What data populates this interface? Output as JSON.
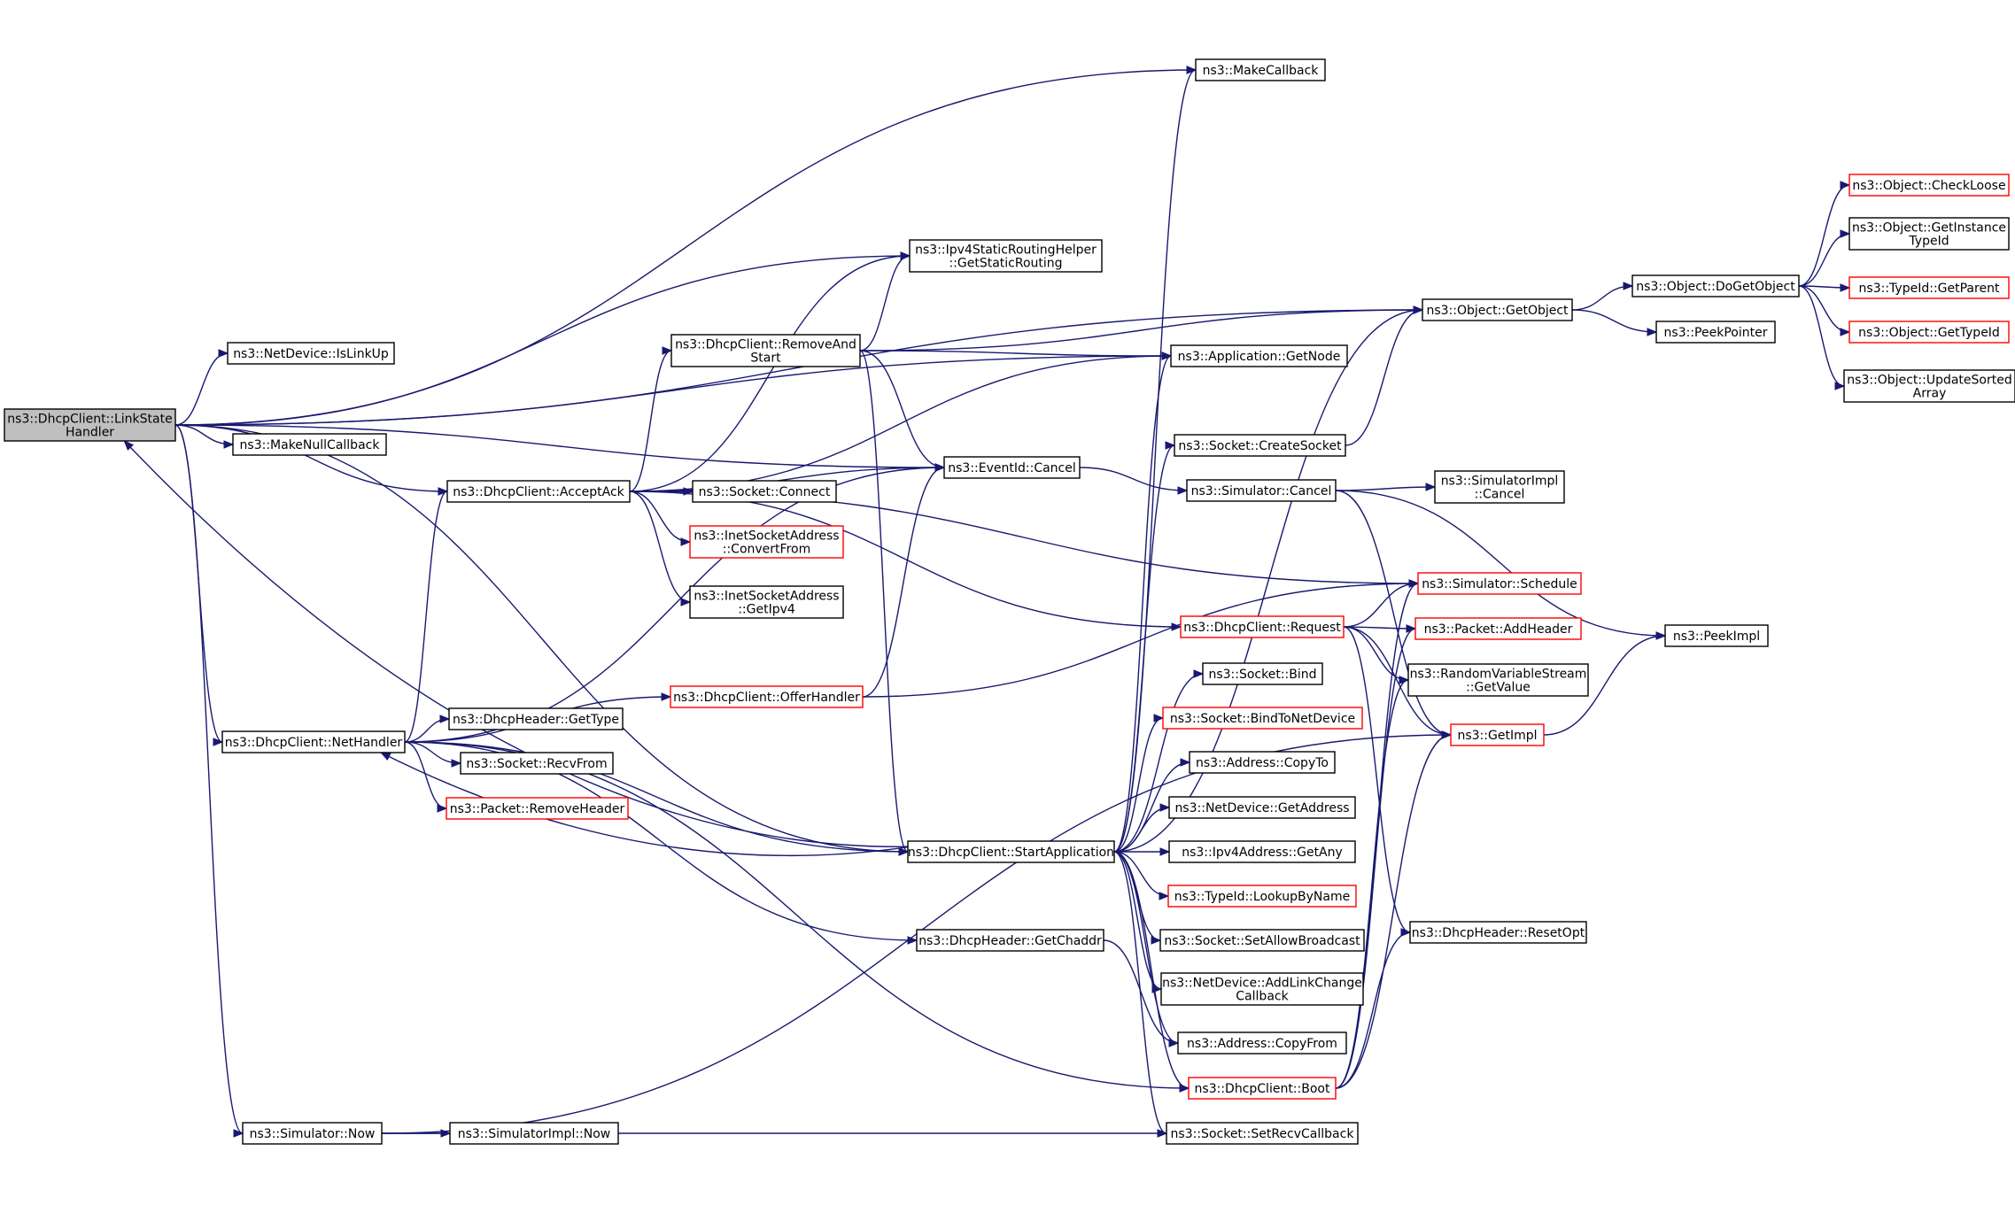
{
  "colors": {
    "edge": "#191970",
    "border": "#000000",
    "red_border": "#ff0000",
    "root_fill": "#bfbfbf"
  },
  "nodes": [
    {
      "id": "linkstate",
      "lines": [
        "ns3::DhcpClient::LinkState",
        "Handler"
      ],
      "style": "root"
    },
    {
      "id": "makecallback",
      "lines": [
        "ns3::MakeCallback"
      ]
    },
    {
      "id": "getobject",
      "lines": [
        "ns3::Object::GetObject"
      ]
    },
    {
      "id": "ipv4static",
      "lines": [
        "ns3::Ipv4StaticRoutingHelper",
        "::GetStaticRouting"
      ]
    },
    {
      "id": "islinkup",
      "lines": [
        "ns3::NetDevice::IsLinkUp"
      ]
    },
    {
      "id": "makenull",
      "lines": [
        "ns3::MakeNullCallback"
      ]
    },
    {
      "id": "acceptack",
      "lines": [
        "ns3::DhcpClient::AcceptAck"
      ]
    },
    {
      "id": "removeand",
      "lines": [
        "ns3::DhcpClient::RemoveAnd",
        "Start"
      ]
    },
    {
      "id": "appgetnode",
      "lines": [
        "ns3::Application::GetNode"
      ]
    },
    {
      "id": "eventcancel",
      "lines": [
        "ns3::EventId::Cancel"
      ]
    },
    {
      "id": "socketconnect",
      "lines": [
        "ns3::Socket::Connect"
      ]
    },
    {
      "id": "convertfrom",
      "lines": [
        "ns3::InetSocketAddress",
        "::ConvertFrom"
      ],
      "style": "red"
    },
    {
      "id": "getipv4",
      "lines": [
        "ns3::InetSocketAddress",
        "::GetIpv4"
      ]
    },
    {
      "id": "createsocket",
      "lines": [
        "ns3::Socket::CreateSocket"
      ]
    },
    {
      "id": "simcancel",
      "lines": [
        "ns3::Simulator::Cancel"
      ]
    },
    {
      "id": "simimplcancel",
      "lines": [
        "ns3::SimulatorImpl",
        "::Cancel"
      ]
    },
    {
      "id": "simschedule",
      "lines": [
        "ns3::Simulator::Schedule"
      ],
      "style": "red"
    },
    {
      "id": "request",
      "lines": [
        "ns3::DhcpClient::Request"
      ],
      "style": "red"
    },
    {
      "id": "addheader",
      "lines": [
        "ns3::Packet::AddHeader"
      ],
      "style": "red"
    },
    {
      "id": "randomvar",
      "lines": [
        "ns3::RandomVariableStream",
        "::GetValue"
      ]
    },
    {
      "id": "getimpl",
      "lines": [
        "ns3::GetImpl"
      ],
      "style": "red"
    },
    {
      "id": "peekimpl",
      "lines": [
        "ns3::PeekImpl"
      ]
    },
    {
      "id": "offerhandler",
      "lines": [
        "ns3::DhcpClient::OfferHandler"
      ],
      "style": "red"
    },
    {
      "id": "nethandler",
      "lines": [
        "ns3::DhcpClient::NetHandler"
      ]
    },
    {
      "id": "gettype",
      "lines": [
        "ns3::DhcpHeader::GetType"
      ]
    },
    {
      "id": "recvfrom",
      "lines": [
        "ns3::Socket::RecvFrom"
      ]
    },
    {
      "id": "removeheader",
      "lines": [
        "ns3::Packet::RemoveHeader"
      ],
      "style": "red"
    },
    {
      "id": "socketbind",
      "lines": [
        "ns3::Socket::Bind"
      ]
    },
    {
      "id": "bindtonet",
      "lines": [
        "ns3::Socket::BindToNetDevice"
      ],
      "style": "red"
    },
    {
      "id": "addrcopyto",
      "lines": [
        "ns3::Address::CopyTo"
      ]
    },
    {
      "id": "netgetaddress",
      "lines": [
        "ns3::NetDevice::GetAddress"
      ]
    },
    {
      "id": "startapp",
      "lines": [
        "ns3::DhcpClient::StartApplication"
      ]
    },
    {
      "id": "ipv4getany",
      "lines": [
        "ns3::Ipv4Address::GetAny"
      ]
    },
    {
      "id": "lookupbyname",
      "lines": [
        "ns3::TypeId::LookupByName"
      ],
      "style": "red"
    },
    {
      "id": "getchaddr",
      "lines": [
        "ns3::DhcpHeader::GetChaddr"
      ]
    },
    {
      "id": "setallowbroadcast",
      "lines": [
        "ns3::Socket::SetAllowBroadcast"
      ]
    },
    {
      "id": "resetopt",
      "lines": [
        "ns3::DhcpHeader::ResetOpt"
      ]
    },
    {
      "id": "addlinkchange",
      "lines": [
        "ns3::NetDevice::AddLinkChange",
        "Callback"
      ]
    },
    {
      "id": "addrcopyfrom",
      "lines": [
        "ns3::Address::CopyFrom"
      ]
    },
    {
      "id": "boot",
      "lines": [
        "ns3::DhcpClient::Boot"
      ],
      "style": "red"
    },
    {
      "id": "simnow",
      "lines": [
        "ns3::Simulator::Now"
      ]
    },
    {
      "id": "simimplnow",
      "lines": [
        "ns3::SimulatorImpl::Now"
      ]
    },
    {
      "id": "setrecvcallback",
      "lines": [
        "ns3::Socket::SetRecvCallback"
      ]
    },
    {
      "id": "dogetobject",
      "lines": [
        "ns3::Object::DoGetObject"
      ]
    },
    {
      "id": "peekpointer",
      "lines": [
        "ns3::PeekPointer"
      ]
    },
    {
      "id": "checkloose",
      "lines": [
        "ns3::Object::CheckLoose"
      ],
      "style": "red"
    },
    {
      "id": "getinstancetypeid",
      "lines": [
        "ns3::Object::GetInstance",
        "TypeId"
      ]
    },
    {
      "id": "typeidgetparent",
      "lines": [
        "ns3::TypeId::GetParent"
      ],
      "style": "red"
    },
    {
      "id": "objgettypeid",
      "lines": [
        "ns3::Object::GetTypeId"
      ],
      "style": "red"
    },
    {
      "id": "updatesorted",
      "lines": [
        "ns3::Object::UpdateSorted",
        "Array"
      ]
    }
  ],
  "edges": [
    [
      "linkstate",
      "makecallback"
    ],
    [
      "linkstate",
      "getobject"
    ],
    [
      "linkstate",
      "ipv4static"
    ],
    [
      "linkstate",
      "islinkup"
    ],
    [
      "linkstate",
      "makenull"
    ],
    [
      "linkstate",
      "acceptack"
    ],
    [
      "linkstate",
      "eventcancel"
    ],
    [
      "linkstate",
      "nethandler"
    ],
    [
      "linkstate",
      "startapp"
    ],
    [
      "linkstate",
      "simnow"
    ],
    [
      "linkstate",
      "appgetnode"
    ],
    [
      "acceptack",
      "ipv4static"
    ],
    [
      "acceptack",
      "removeand"
    ],
    [
      "acceptack",
      "appgetnode"
    ],
    [
      "acceptack",
      "eventcancel"
    ],
    [
      "acceptack",
      "socketconnect"
    ],
    [
      "acceptack",
      "convertfrom"
    ],
    [
      "acceptack",
      "getipv4"
    ],
    [
      "acceptack",
      "simschedule"
    ],
    [
      "acceptack",
      "request"
    ],
    [
      "removeand",
      "ipv4static"
    ],
    [
      "removeand",
      "getobject"
    ],
    [
      "removeand",
      "appgetnode"
    ],
    [
      "removeand",
      "eventcancel"
    ],
    [
      "removeand",
      "startapp"
    ],
    [
      "eventcancel",
      "simcancel"
    ],
    [
      "simcancel",
      "simimplcancel"
    ],
    [
      "simcancel",
      "peekimpl"
    ],
    [
      "simcancel",
      "getimpl"
    ],
    [
      "createsocket",
      "getobject"
    ],
    [
      "getobject",
      "dogetobject"
    ],
    [
      "getobject",
      "peekpointer"
    ],
    [
      "dogetobject",
      "checkloose"
    ],
    [
      "dogetobject",
      "getinstancetypeid"
    ],
    [
      "dogetobject",
      "typeidgetparent"
    ],
    [
      "dogetobject",
      "objgettypeid"
    ],
    [
      "dogetobject",
      "updatesorted"
    ],
    [
      "request",
      "simschedule"
    ],
    [
      "request",
      "addheader"
    ],
    [
      "request",
      "randomvar"
    ],
    [
      "request",
      "getimpl"
    ],
    [
      "request",
      "resetopt"
    ],
    [
      "getimpl",
      "peekimpl"
    ],
    [
      "offerhandler",
      "eventcancel"
    ],
    [
      "offerhandler",
      "simschedule"
    ],
    [
      "nethandler",
      "acceptack"
    ],
    [
      "nethandler",
      "offerhandler"
    ],
    [
      "nethandler",
      "gettype"
    ],
    [
      "nethandler",
      "recvfrom"
    ],
    [
      "nethandler",
      "removeheader"
    ],
    [
      "nethandler",
      "eventcancel"
    ],
    [
      "nethandler",
      "getchaddr"
    ],
    [
      "nethandler",
      "boot"
    ],
    [
      "nethandler",
      "startapp"
    ],
    [
      "startapp",
      "makecallback"
    ],
    [
      "startapp",
      "getobject"
    ],
    [
      "startapp",
      "appgetnode"
    ],
    [
      "startapp",
      "createsocket"
    ],
    [
      "startapp",
      "socketbind"
    ],
    [
      "startapp",
      "bindtonet"
    ],
    [
      "startapp",
      "addrcopyto"
    ],
    [
      "startapp",
      "netgetaddress"
    ],
    [
      "startapp",
      "ipv4getany"
    ],
    [
      "startapp",
      "lookupbyname"
    ],
    [
      "startapp",
      "setallowbroadcast"
    ],
    [
      "startapp",
      "addlinkchange"
    ],
    [
      "startapp",
      "addrcopyfrom"
    ],
    [
      "startapp",
      "boot"
    ],
    [
      "startapp",
      "setrecvcallback"
    ],
    [
      "startapp",
      "linkstate"
    ],
    [
      "startapp",
      "nethandler"
    ],
    [
      "getchaddr",
      "addrcopyfrom"
    ],
    [
      "boot",
      "simschedule"
    ],
    [
      "boot",
      "addheader"
    ],
    [
      "boot",
      "randomvar"
    ],
    [
      "boot",
      "getimpl"
    ],
    [
      "boot",
      "resetopt"
    ],
    [
      "simnow",
      "simimplnow"
    ],
    [
      "simnow",
      "getimpl"
    ],
    [
      "simnow",
      "setrecvcallback"
    ]
  ]
}
